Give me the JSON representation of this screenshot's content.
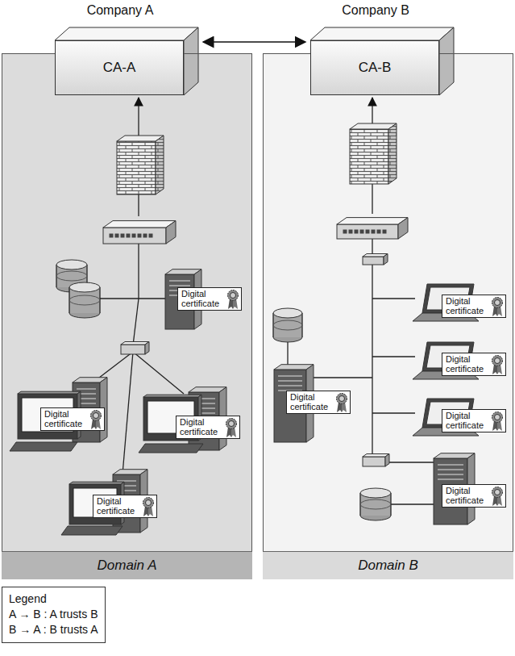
{
  "diagram": {
    "nodes": [
      {
        "text": [
          "Company A"
        ]
      },
      {
        "text": [
          "CA-A"
        ],
        "in": 0
      },
      {
        "text": [
          "Digital certificate"
        ],
        "in": 0
      },
      {
        "text": [
          "Digital certificate"
        ],
        "in": 0
      },
      {
        "text": [
          "Digital certificate"
        ],
        "in": 0
      },
      {
        "text": [
          "Digital certificate"
        ],
        "in": 0
      },
      {
        "text": [
          "Domain A"
        ],
        "in": 0
      },
      {
        "text": [
          "Company B"
        ]
      },
      {
        "text": [
          "CA-B"
        ],
        "in": 7
      },
      {
        "text": [
          "Digital certificate"
        ],
        "in": 7
      },
      {
        "text": [
          "Digital certificate"
        ],
        "in": 7
      },
      {
        "text": [
          "Digital certificate"
        ],
        "in": 7
      },
      {
        "text": [
          "Digital certificate"
        ],
        "in": 7
      },
      {
        "text": [
          "Digital certificate"
        ],
        "in": 7
      },
      {
        "text": [
          "Domain B"
        ],
        "in": 7
      },
      {
        "text": [
          "Legend",
          "A → B : A trusts B",
          "B → A : B trusts A"
        ]
      }
    ],
    "edges": [
      {
        "from": 1,
        "to": 8,
        "arrow": "both"
      }
    ]
  }
}
